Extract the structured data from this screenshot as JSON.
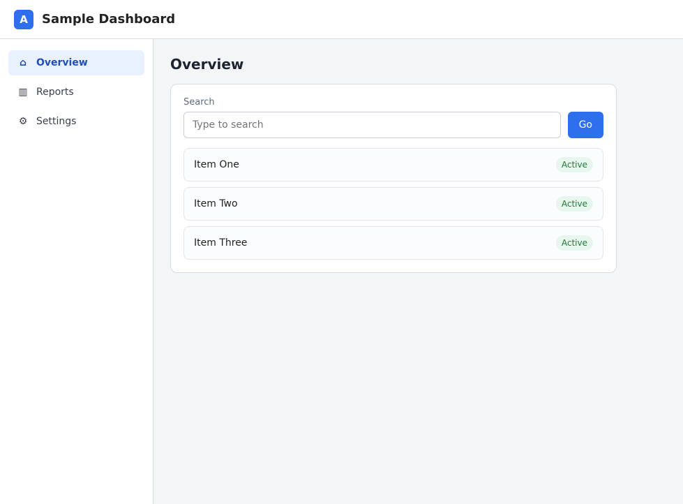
{
  "app": {
    "title": "Sample Dashboard"
  },
  "sidebar": {
    "items": [
      {
        "label": "Overview",
        "icon": "home-icon"
      },
      {
        "label": "Reports",
        "icon": "chart-icon"
      },
      {
        "label": "Settings",
        "icon": "gear-icon"
      }
    ]
  },
  "main": {
    "heading": "Overview",
    "search": {
      "label": "Search",
      "placeholder": "Type to search",
      "value": "",
      "button_label": "Go"
    },
    "items": [
      {
        "label": "Item One",
        "status": "Active"
      },
      {
        "label": "Item Two",
        "status": "Active"
      },
      {
        "label": "Item Three",
        "status": "Active"
      }
    ]
  },
  "colors": {
    "accent": "#2f6fed",
    "success": "#1b7a3a"
  }
}
